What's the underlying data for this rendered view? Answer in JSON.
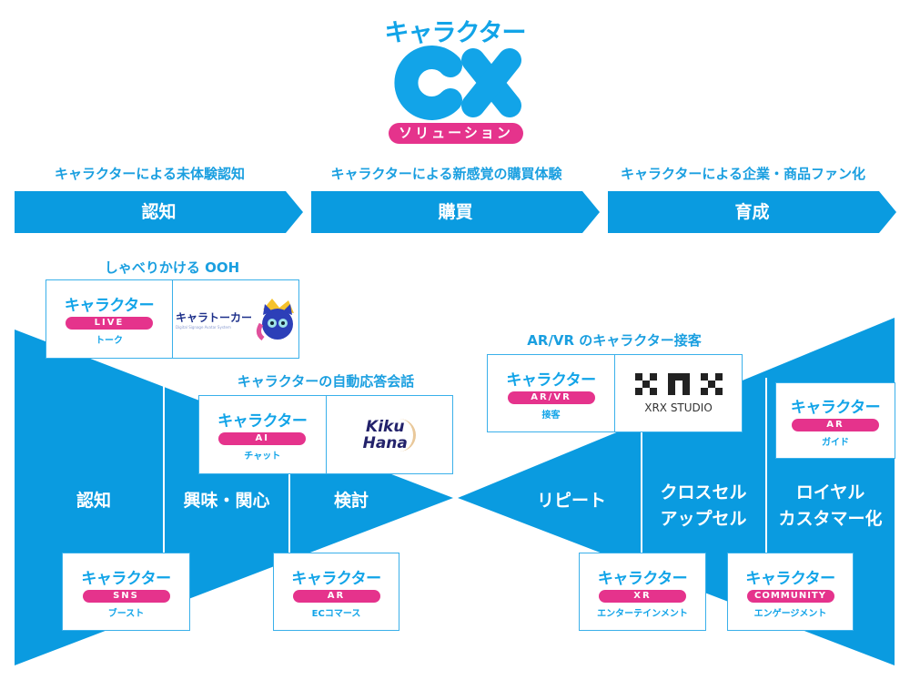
{
  "colors": {
    "blue": "#0a9be0",
    "pink": "#e5338c"
  },
  "logo": {
    "katakana": "キャラクター",
    "cx": "CX",
    "pill": "ソリューション"
  },
  "phases": [
    {
      "heading": "キャラクターによる未体験認知",
      "label": "認知"
    },
    {
      "heading": "キャラクターによる新感覚の購買体験",
      "label": "購買"
    },
    {
      "heading": "キャラクターによる企業・商品ファン化",
      "label": "育成"
    }
  ],
  "stages": [
    "認知",
    "興味・関心",
    "検討",
    "リピート",
    "クロスセル\nアップセル",
    "ロイヤル\nカスタマー化"
  ],
  "groups": {
    "ooh": {
      "title": "しゃべりかける OOH",
      "card": {
        "brand": "キャラクター",
        "tag": "LIVE",
        "sub": "トーク"
      },
      "partner": {
        "name": "キャラトーカー",
        "tagline": "Digital Signage Avatar System"
      }
    },
    "ai": {
      "title": "キャラクターの自動応答会話",
      "card": {
        "brand": "キャラクター",
        "tag": "AI",
        "sub": "チャット"
      },
      "partner": {
        "name": "Kiku Hana"
      }
    },
    "arvr": {
      "title": "AR/VR のキャラクター接客",
      "card": {
        "brand": "キャラクター",
        "tag": "AR/VR",
        "sub": "接客"
      },
      "partner": {
        "name": "XRX STUDIO"
      }
    }
  },
  "cards": {
    "ar_guide": {
      "brand": "キャラクター",
      "tag": "AR",
      "sub": "ガイド"
    },
    "sns": {
      "brand": "キャラクター",
      "tag": "SNS",
      "sub": "ブースト"
    },
    "ec": {
      "brand": "キャラクター",
      "tag": "AR",
      "sub": "ECコマース"
    },
    "xr": {
      "brand": "キャラクター",
      "tag": "XR",
      "sub": "エンターテインメント"
    },
    "community": {
      "brand": "キャラクター",
      "tag": "COMMUNITY",
      "sub": "エンゲージメント"
    }
  }
}
